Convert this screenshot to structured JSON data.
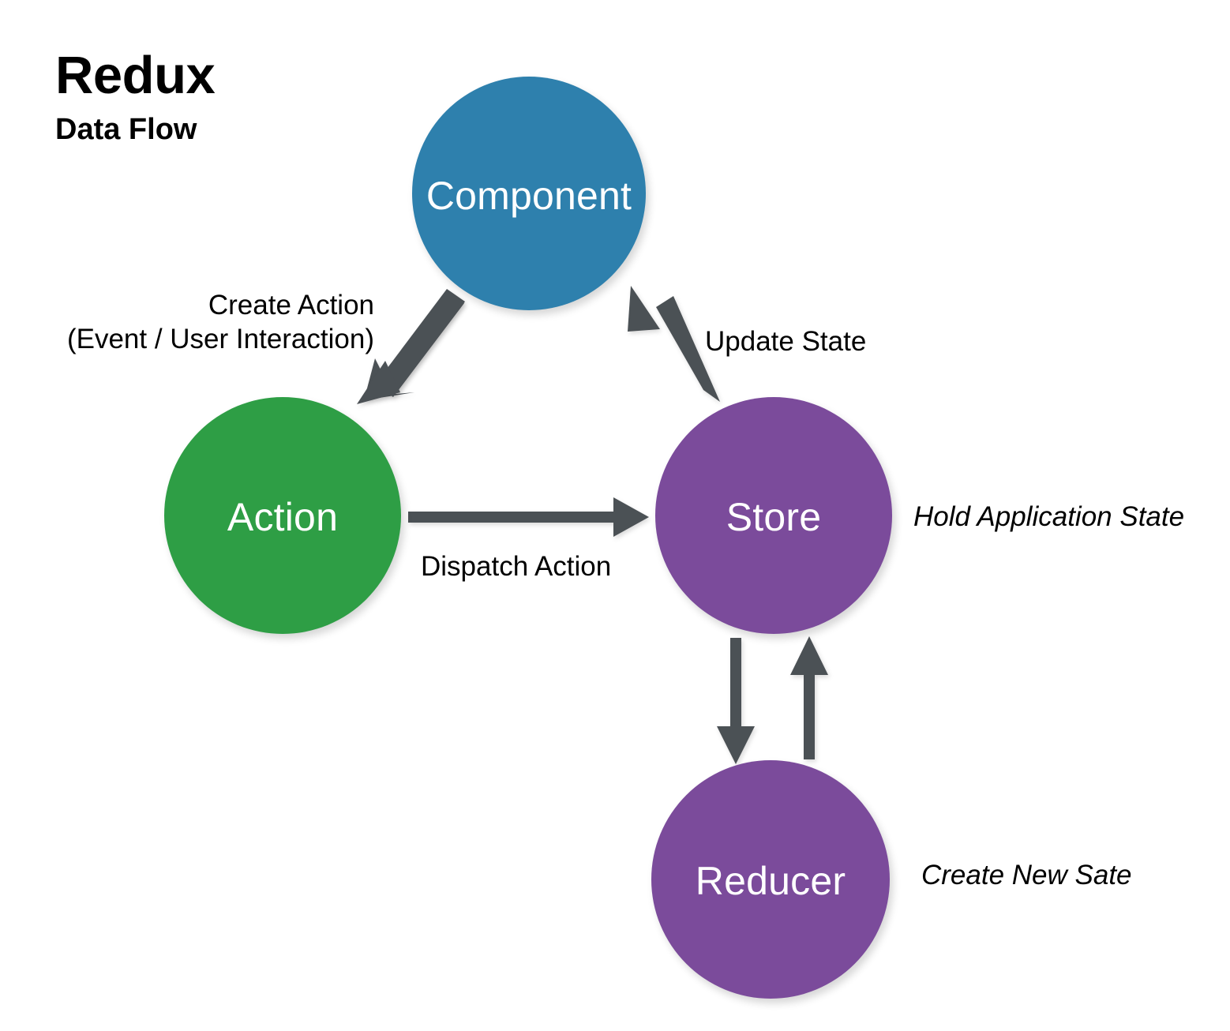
{
  "title": {
    "main": "Redux",
    "sub": "Data Flow"
  },
  "colors": {
    "background": "#ffffff",
    "component": "#2E80AD",
    "action": "#2E9E45",
    "store": "#7B4B9B",
    "reducer": "#7B4B9B",
    "arrow": "#4C5155",
    "node_label_text": "#ffffff",
    "edge_label_text": "#000000"
  },
  "nodes": [
    {
      "id": "component",
      "label": "Component",
      "color": "#2E80AD"
    },
    {
      "id": "action",
      "label": "Action",
      "color": "#2E9E45"
    },
    {
      "id": "store",
      "label": "Store",
      "color": "#7B4B9B"
    },
    {
      "id": "reducer",
      "label": "Reducer",
      "color": "#7B4B9B"
    }
  ],
  "edges": [
    {
      "id": "component-to-action",
      "from": "component",
      "to": "action",
      "label_line1": "Create Action",
      "label_line2": "(Event / User Interaction)"
    },
    {
      "id": "action-to-store",
      "from": "action",
      "to": "store",
      "label": "Dispatch Action"
    },
    {
      "id": "store-to-component",
      "from": "store",
      "to": "component",
      "label": "Update State"
    },
    {
      "id": "store-to-reducer",
      "from": "store",
      "to": "reducer",
      "label": ""
    },
    {
      "id": "reducer-to-store",
      "from": "reducer",
      "to": "store",
      "label": ""
    }
  ],
  "annotations": [
    {
      "id": "store-note",
      "target": "store",
      "text": "Hold Application State",
      "style": "italic"
    },
    {
      "id": "reducer-note",
      "target": "reducer",
      "text": "Create New Sate",
      "style": "italic"
    }
  ]
}
